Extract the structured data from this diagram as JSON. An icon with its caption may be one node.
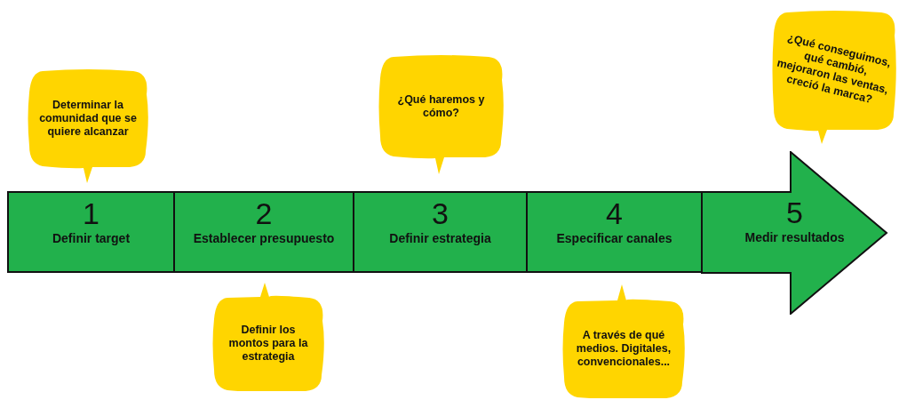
{
  "diagram": {
    "nodes": [
      {
        "text": [
          "1",
          "Definir target"
        ]
      },
      {
        "text": [
          "2",
          "Establecer presupuesto"
        ]
      },
      {
        "text": [
          "3",
          "Definir estrategia"
        ]
      },
      {
        "text": [
          "4",
          "Especificar canales"
        ]
      },
      {
        "text": [
          "5",
          "Medir resultados"
        ]
      },
      {
        "text": [
          "Determinar la comunidad que se quiere alcanzar"
        ]
      },
      {
        "text": [
          "Definir los montos para la estrategia"
        ]
      },
      {
        "text": [
          "¿Qué haremos y cómo?"
        ]
      },
      {
        "text": [
          "A través de qué medios. Digitales, convencionales..."
        ]
      },
      {
        "text": [
          "¿Qué conseguimos, qué cambió, mejoraron las ventas, creció la marca?"
        ]
      }
    ]
  }
}
